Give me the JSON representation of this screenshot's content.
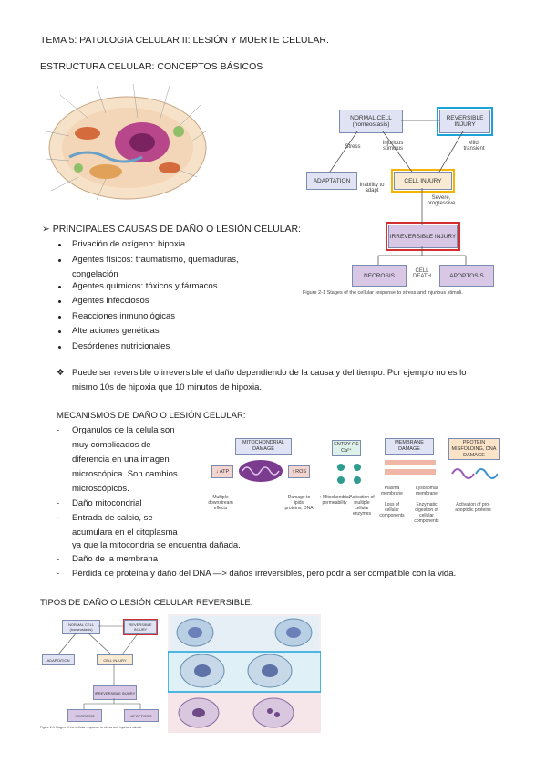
{
  "header": {
    "title": "TEMA 5: PATOLOGIA CELULAR II: LESIÓN Y MUERTE CELULAR.",
    "section1": "ESTRUCTURA CELULAR: CONCEPTOS BÁSICOS"
  },
  "stages_diagram": {
    "normal": "NORMAL CELL (homeostasis)",
    "reversible": "REVERSIBLE INJURY",
    "adaptation": "ADAPTATION",
    "cell_injury": "CELL INJURY",
    "irreversible": "IRREVERSIBLE INJURY",
    "necrosis": "NECROSIS",
    "apoptosis": "APOPTOSIS",
    "cell_death": "CELL DEATH",
    "stress": "Stress",
    "injurious": "Injurious stimulus",
    "inability": "Inability to adapt",
    "mild": "Mild, transient",
    "severe": "Severe, progressive",
    "caption": "Figure 2-1  Stages of the cellular response to stress and injurious stimuli."
  },
  "causes": {
    "heading": "PRINCIPALES CAUSAS DE DAÑO O LESIÓN CELULAR:",
    "items": [
      "Privación de oxígeno: hipoxia",
      "Agentes físicos: traumatismo, quemaduras,",
      "congelación",
      "Agentes químicos: tóxicos y fármacos",
      "Agentes infecciosos",
      "Reacciones inmunológicas",
      " Alteraciones genéticas",
      "Desórdenes nutricionales"
    ],
    "note_line1": "Puede ser reversible o irreversible el daño dependiendo de la causa y del tiempo. Por ejemplo no es lo",
    "note_line2": "mismo 10s de hipoxia  que 10 minutos de hipoxia."
  },
  "mechanisms": {
    "heading": "MECANISMOS DE DAÑO O LESIÓN CELULAR:",
    "lines": [
      "Organulos de la celula son",
      "muy complicados de",
      "diferencia en una imagen",
      "microscópica. Son cambios",
      "microscópicos.",
      "Daño mitocondrial",
      "Entrada de calcio, se",
      "acumulara en el citoplasma",
      "ya que la mitocondria se encuentra dañada.",
      "Daño de la membrana",
      "Pérdida de proteína y daño del DNA —> daños irreversibles, pero podría ser compatible con la vida."
    ],
    "fig": {
      "mito": "MITOCHONDRIAL DAMAGE",
      "atp": "↓ ATP",
      "ros": "↑ ROS",
      "ca": "ENTRY OF Ca²⁺",
      "membrane": "MEMBRANE DAMAGE",
      "protein": "PROTEIN MISFOLDING, DNA DAMAGE",
      "l1": "Multiple downstream effects",
      "l2": "Damage to lipids, proteins, DNA",
      "l3": "↑ Mitochondrial permeability",
      "l4": "Activation of multiple cellular enzymes",
      "l5": "Plasma membrane",
      "l6": "Lysosomal membrane",
      "l7": "Loss of cellular components",
      "l8": "Enzymatic digestion of cellular components",
      "l9": "Activation of pro-apoptotic proteins"
    }
  },
  "reversible": {
    "heading": "TIPOS DE DAÑO O LESIÓN CELULAR REVERSIBLE:"
  },
  "colors": {
    "box_fill": "#dfe3f3",
    "purple": "#d8c8e6",
    "highlight_blue": "#1aa3d9",
    "highlight_orange": "#f4b400",
    "highlight_red": "#d32f2f"
  }
}
